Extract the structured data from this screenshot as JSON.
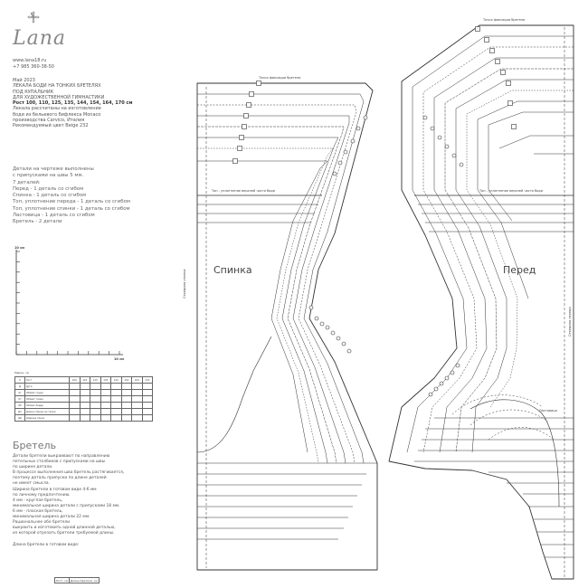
{
  "brand": {
    "name": "Lana",
    "logo": "flower-logo-icon"
  },
  "contact": {
    "site": "www.lana18.ru",
    "phone": "+7 985 360-38-50"
  },
  "info": {
    "date": "Май 2023",
    "title1": "ЛЕКАЛА БОДИ НА ТОНКИХ БРЕТЕЛЯХ",
    "title2": "ПОД КУПАЛЬНИК",
    "title3": "ДЛЯ ХУДОЖЕСТВЕННОЙ ГИМНАСТИКИ",
    "sizes": "Рост 100, 110, 125, 135, 144, 154, 164, 170 см",
    "desc1": "Лекала рассчитаны на изготовление",
    "desc2": "боди из бельевого бифлекса Monaco",
    "desc3": "производства Carvico, Италия",
    "desc4": "Рекомендуемый цвет Beige 232"
  },
  "parts": {
    "l1": "Детали на чертеже выполнены",
    "l2": "с припусками на швы 5 мм.",
    "l3": "7 деталей:",
    "l4": "Перед - 1 деталь со сгибом",
    "l5": "Спинка - 1 деталь со сгибом",
    "l6": "Топ, уплотнение переда - 1 деталь со сгибом",
    "l7": "Топ, уплотнение спинки - 1 деталь со сгибом",
    "l8": "Ластовица - 1 деталь со сгибом",
    "l9": "Бретель - 2 детали"
  },
  "scale": {
    "v_label": "10 см",
    "h_label": "10 см"
  },
  "size_table": {
    "header": "Мерки, см",
    "rows": [
      {
        "code": "Р",
        "label": "Рост",
        "values": [
          "100",
          "110",
          "125",
          "135",
          "144",
          "154",
          "164",
          "170"
        ]
      },
      {
        "code": "Д",
        "label": "Дуга",
        "values": [
          "",
          "",
          "",
          "",
          "",
          "",
          "",
          ""
        ]
      },
      {
        "code": "Ог",
        "label": "Обхват груди",
        "values": [
          "",
          "",
          "",
          "",
          "",
          "",
          "",
          ""
        ]
      },
      {
        "code": "От",
        "label": "Обхват талии",
        "values": [
          "",
          "",
          "",
          "",
          "",
          "",
          "",
          ""
        ]
      },
      {
        "code": "Об",
        "label": "Обхват бедер",
        "values": [
          "",
          "",
          "",
          "",
          "",
          "",
          "",
          ""
        ]
      },
      {
        "code": "Дп",
        "label": "Длина спинки до талии",
        "values": [
          "",
          "",
          "",
          "",
          "",
          "",
          "",
          ""
        ]
      },
      {
        "code": "Шп",
        "label": "Ширина плеча",
        "values": [
          "",
          "",
          "",
          "",
          "",
          "",
          "",
          ""
        ]
      }
    ]
  },
  "strap": {
    "title": "Бретель",
    "lines": [
      "Детали бретели выкраивают по направлению",
      "петельных столбиков с припусками на швы",
      "по ширине детали.",
      "В процессе выполнения шва бретель растягивается,",
      "поэтому деталь припуски по длине деталей",
      "не имеет смысла.",
      "Ширина бретели в готовом виде 4-6 мм",
      "по личному предпочтению.",
      "4 мм - круглая бретель,",
      "минимальная ширина детали с припусками 18 мм.",
      "6 мм - плоская бретель,",
      "минимальная ширина детали 22 мм.",
      "Рациональнее обе бретели",
      "выкроить и изготовить одной длинной деталью,",
      "из которой отрезать бретели требуемой длины.",
      "",
      "Длина бретели в готовом виде:"
    ],
    "table_header": [
      "Рост, см",
      "Длина бретели, см"
    ]
  },
  "pieces": {
    "back": "Спинка",
    "front": "Перед",
    "strap_point_back": "Точка фиксации бретели",
    "strap_point_front": "Точка фиксации бретели",
    "top_line_back": "Топ - уплотнение верхней части боди",
    "top_line_front": "Топ - уплотнение верхней части боди",
    "fold_back": "Середина спинки",
    "fold_front": "Середина переда",
    "gusset": "Ластовица"
  },
  "colors": {
    "line": "#333333",
    "text": "#444444"
  }
}
